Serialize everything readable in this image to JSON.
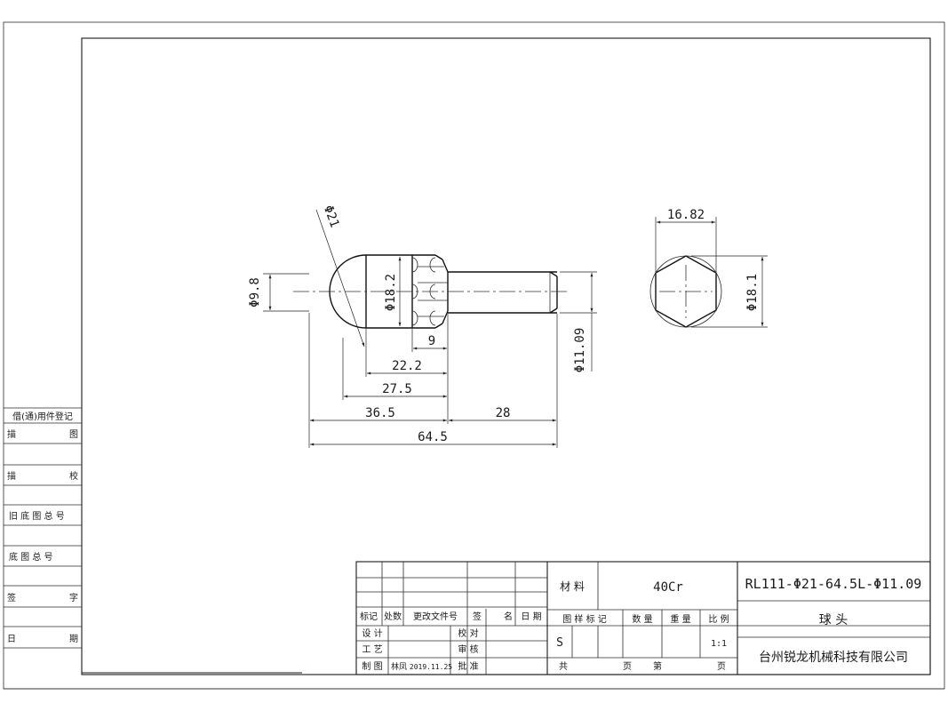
{
  "drawing": {
    "dimensions": {
      "sphere_dia": "Φ21",
      "neck_dia": "Φ9.8",
      "hex_head_dia": "Φ18.2",
      "hex_width": "9",
      "len_22_2": "22.2",
      "len_27_5": "27.5",
      "len_36_5": "36.5",
      "len_28": "28",
      "len_total": "64.5",
      "shank_dia": "Φ11.09",
      "hex_across_flats": "16.82",
      "hex_circle_dia": "Φ18.1"
    }
  },
  "side_register": {
    "title": "借(通)用件登记",
    "rows": [
      {
        "left": "描",
        "right": "图"
      },
      {
        "left": "描",
        "right": "校"
      },
      {
        "left": "旧 底 图 总 号",
        "right": ""
      },
      {
        "left": "底  图  总  号",
        "right": ""
      },
      {
        "left": "签",
        "right": "字"
      },
      {
        "left": "日",
        "right": "期"
      }
    ]
  },
  "title_block": {
    "revision_headers": {
      "mark": "标记",
      "count": "处数",
      "doc": "更改文件号",
      "sign": "签",
      "name": "名",
      "date": "日 期"
    },
    "roles": {
      "design": "设 计",
      "process": "工 艺",
      "drafting": "制 图",
      "check": "校 对",
      "review": "审 核",
      "approve": "批 准"
    },
    "drafter": "林凤",
    "draft_date": "2019.11.25",
    "material_label": "材 料",
    "material_value": "40Cr",
    "part_number": "RL111-Φ21-64.5L-Φ11.09",
    "stage_headers": {
      "stage": "图 样 标 记",
      "qty": "数 量",
      "weight": "重 量",
      "scale": "比 例"
    },
    "stage_value": "S",
    "scale_value": "1:1",
    "total_label": "共",
    "page_label": "页",
    "sheet_label": "第",
    "sheet_page_label": "页",
    "part_name": "球 头",
    "company": "台州锐龙机械科技有限公司"
  }
}
